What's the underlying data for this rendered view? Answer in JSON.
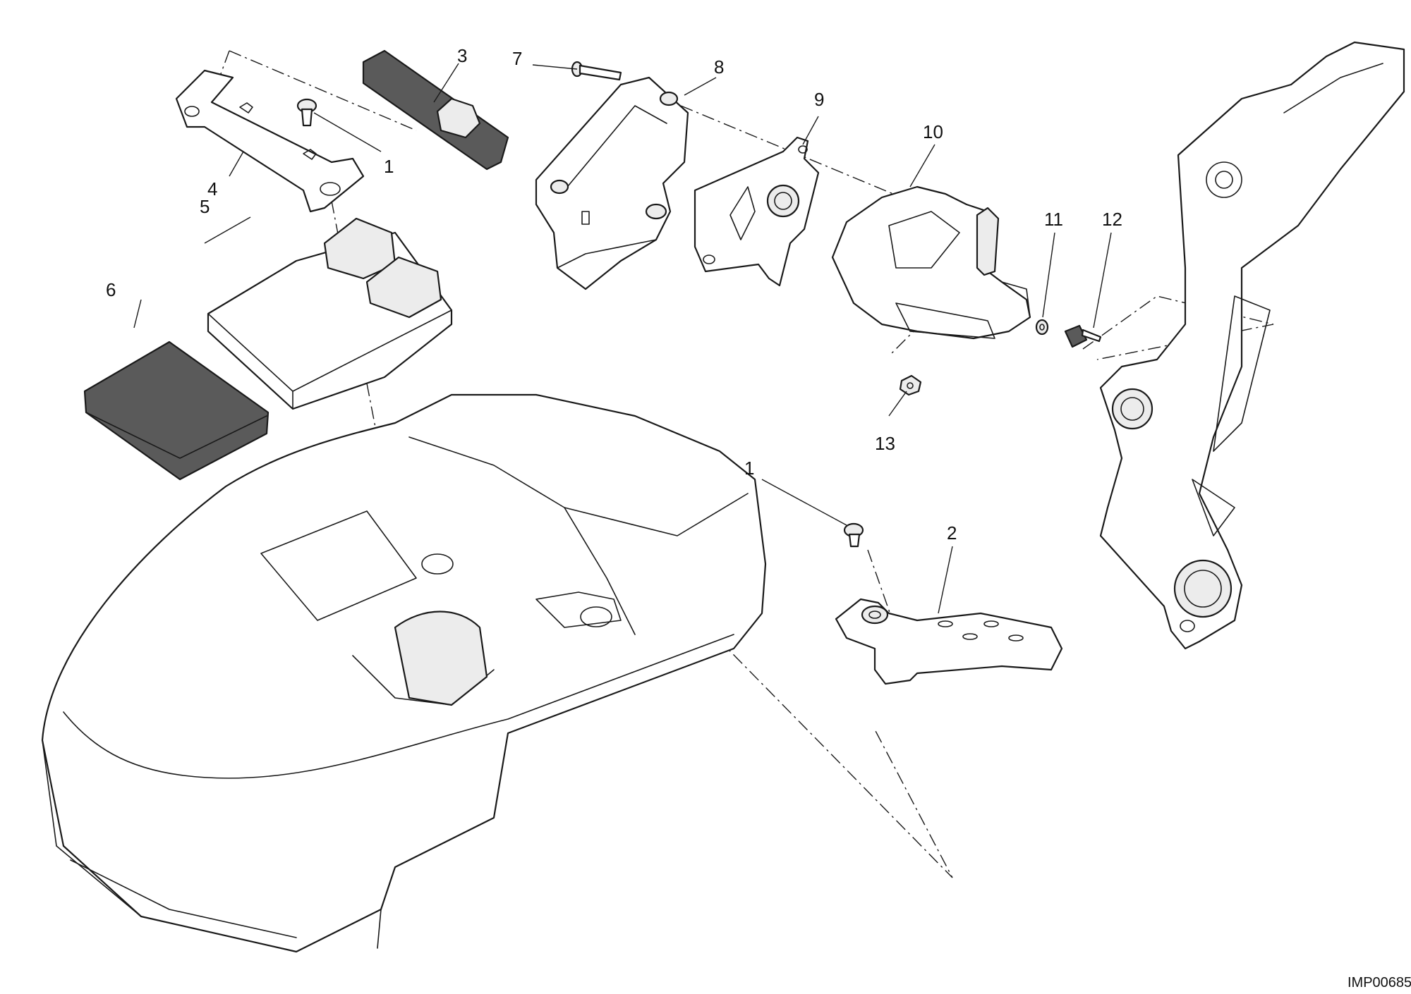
{
  "callouts": {
    "c1a": "1",
    "c1b": "1",
    "c2": "2",
    "c3": "3",
    "c4": "4",
    "c5": "5",
    "c6": "6",
    "c7": "7",
    "c8": "8",
    "c9": "9",
    "c10": "10",
    "c11": "11",
    "c12": "12",
    "c13": "13"
  },
  "drawing_code": "IMP00685",
  "colors": {
    "line": "#1a1a1a",
    "shade_dark": "#5a5a5a",
    "shade_light": "#ececec",
    "background": "#ffffff"
  }
}
